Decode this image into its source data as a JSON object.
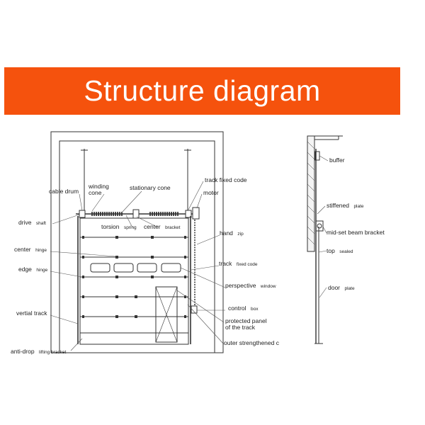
{
  "title": "Structure diagram",
  "colors": {
    "banner": "#f5520d",
    "banner_text": "#ffffff",
    "line": "#333333"
  },
  "labels": {
    "track_fixed_code_top": "track fixed code",
    "winding": "winding",
    "cone": "cone",
    "stationary_cone": "stationary cone",
    "cable_drum": "cable drum",
    "motor": "motor",
    "drive": "drive",
    "shaft": "shaft",
    "torsion": "torsion",
    "spring": "spring",
    "center": "center",
    "bracket": "bracket",
    "hand": "hand",
    "zip": "zip",
    "center_hinge_a": "center",
    "center_hinge_b": "hinge",
    "edge": "edge",
    "hinge": "hinge",
    "track": "track",
    "fixed_code": "fixed code",
    "perspective": "perspective",
    "window": "window",
    "control": "control",
    "box": "box",
    "vertial_track": "vertial track",
    "protected_panel": "protected panel",
    "of_the_track": "of the track",
    "outer_strengthened": "outer strengthened c",
    "anti_drop": "anti-drop",
    "lifting_bracket": "lifting bracket",
    "buffer": "buffer",
    "stiffened": "stiffened",
    "plate": "plate",
    "mid_set_beam_bracket": "mid-set beam bracket",
    "top": "top",
    "sealed": "sealed",
    "door": "door",
    "door_plate": "plate"
  }
}
